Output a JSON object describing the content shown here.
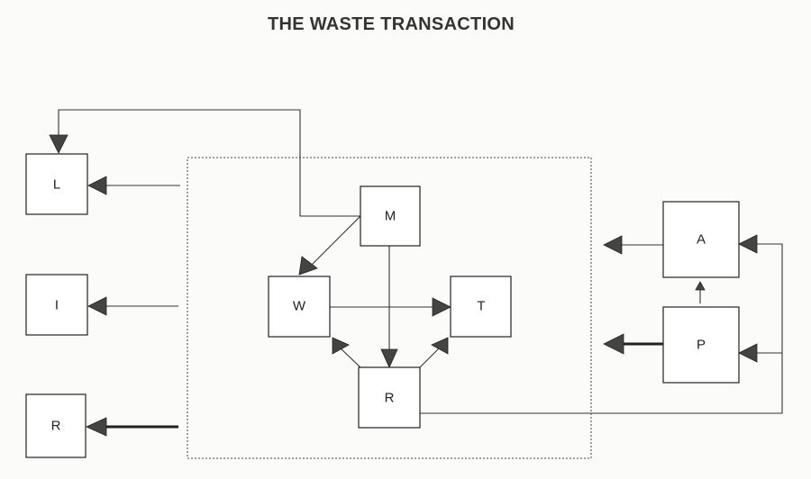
{
  "title": "THE WASTE TRANSACTION",
  "nodes": {
    "L": "L",
    "I": "I",
    "R_left": "R",
    "M": "M",
    "W": "W",
    "T": "T",
    "R_center": "R",
    "A": "A",
    "P": "P"
  }
}
